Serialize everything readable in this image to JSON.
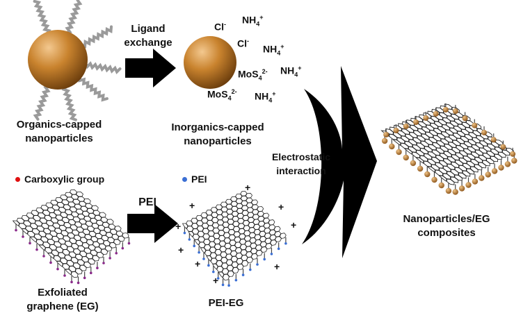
{
  "labels": {
    "organics_capped": [
      "Organics-capped",
      "nanoparticles"
    ],
    "ligand_exchange": [
      "Ligand",
      "exchange"
    ],
    "inorganics_capped": [
      "Inorganics-capped",
      "nanoparticles"
    ],
    "electrostatic": [
      "Electrostatic",
      "interaction"
    ],
    "composites": [
      "Nanoparticles/EG",
      "composites"
    ],
    "exfoliated": [
      "Exfoliated",
      "graphene (EG)"
    ],
    "pei_arrow": "PEI",
    "pei_eg": "PEI-EG"
  },
  "legend": {
    "carboxylic": "Carboxylic group",
    "pei": "PEI"
  },
  "ions": {
    "cl": "Cl",
    "cl_charge": "-",
    "nh": "NH",
    "nh_sub": "4",
    "nh_charge": "+",
    "mos": "MoS",
    "mos_sub": "4",
    "mos_charge": "2-",
    "plus": "+"
  },
  "colors": {
    "nanoparticle": "#c9832e",
    "carboxylic_dot": "#e01010",
    "pei_dot": "#3b6fd4",
    "arrow": "#000000",
    "ligand": "#9a9a9a"
  }
}
